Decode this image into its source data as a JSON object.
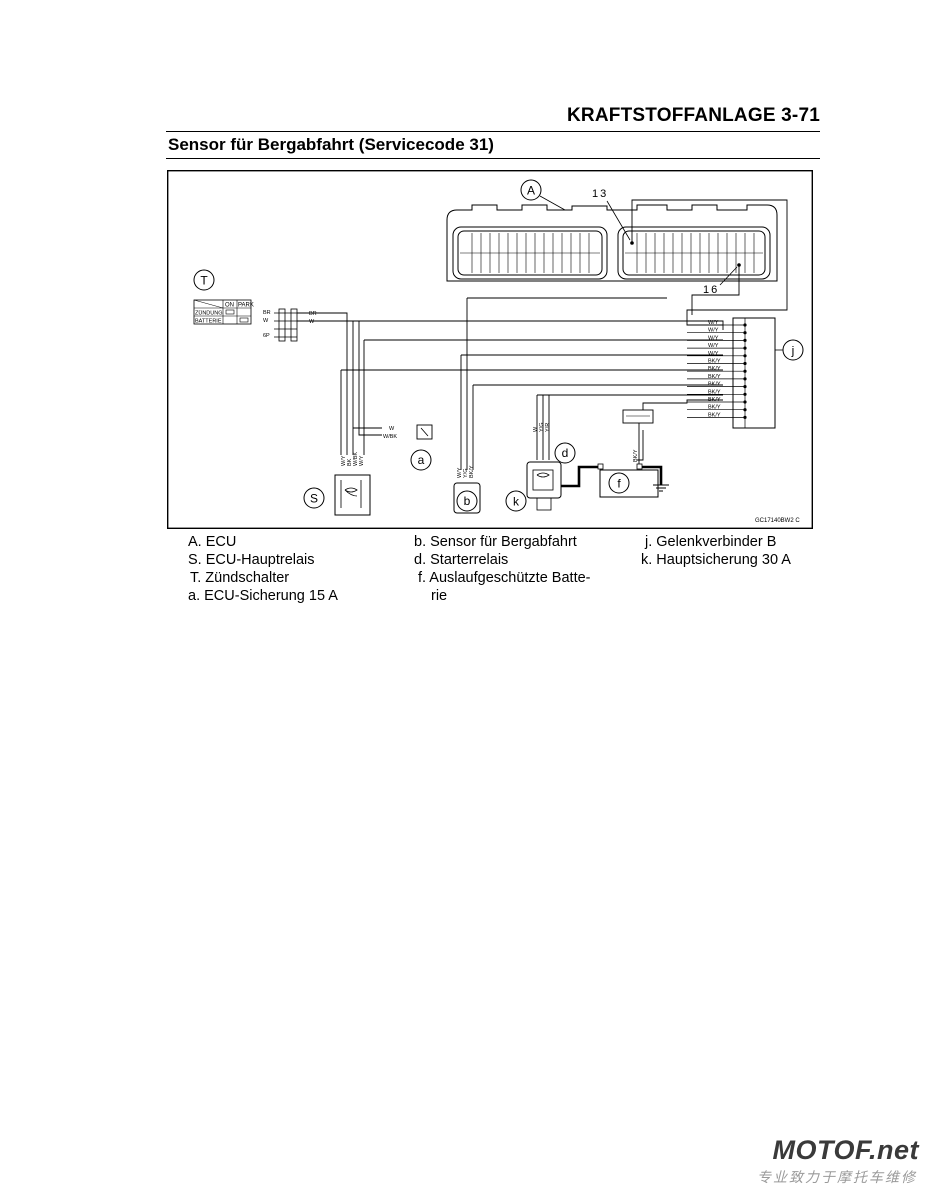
{
  "header": {
    "chapter_title": "KRAFTSTOFFANLAGE 3-71",
    "section_title": "Sensor für Bergabfahrt (Servicecode 31)"
  },
  "diagram": {
    "callouts": {
      "A": "A",
      "T": "T",
      "j": "j",
      "a": "a",
      "S": "S",
      "b": "b",
      "d": "d",
      "k": "k",
      "f": "f"
    },
    "pins": {
      "p13": "13",
      "p16": "16"
    },
    "switch_table": {
      "col_on": "ON",
      "col_park": "PARK",
      "row_zundung": "ZÜNDUNG",
      "row_batterie": "BATTERIE"
    },
    "ignition_wires": {
      "br": "BR",
      "w": "W",
      "p6": "6P",
      "br2": "BR",
      "w2": "W"
    },
    "fuse_wires": {
      "w": "W",
      "w_bk": "W/BK"
    },
    "relay_wires": {
      "w_y": "W/Y",
      "bk": "BK",
      "w_bk": "W/BK",
      "w_y2": "W/Y"
    },
    "sensor_wires": {
      "w_y": "W/Y",
      "y_g": "Y/G",
      "bk_y": "BK/Y"
    },
    "starter_wires": {
      "w": "W",
      "y_g": "Y/G",
      "y_r": "Y/R"
    },
    "battery_wire": "BK/Y",
    "connector_wires": [
      "W/Y",
      "W/Y",
      "W/Y",
      "W/Y",
      "W/Y",
      "BK/Y",
      "BK/Y",
      "BK/Y",
      "BK/Y",
      "BK/Y",
      "BK/Y",
      "BK/Y",
      "BK/Y"
    ],
    "drawing_code": "GC17140BW2 C"
  },
  "legend": {
    "col1": [
      "A. ECU",
      "S. ECU-Hauptrelais",
      "T. Zündschalter",
      "a. ECU-Sicherung 15 A"
    ],
    "col2": [
      "b. Sensor für Bergabfahrt",
      "d. Starterrelais",
      "f. Auslaufgeschützte Batte-",
      "rie"
    ],
    "col3": [
      "j. Gelenkverbinder B",
      "k. Hauptsicherung 30 A"
    ]
  },
  "footer": {
    "logo": "MOTOF.net",
    "slogan": "专业致力于摩托车维修"
  }
}
